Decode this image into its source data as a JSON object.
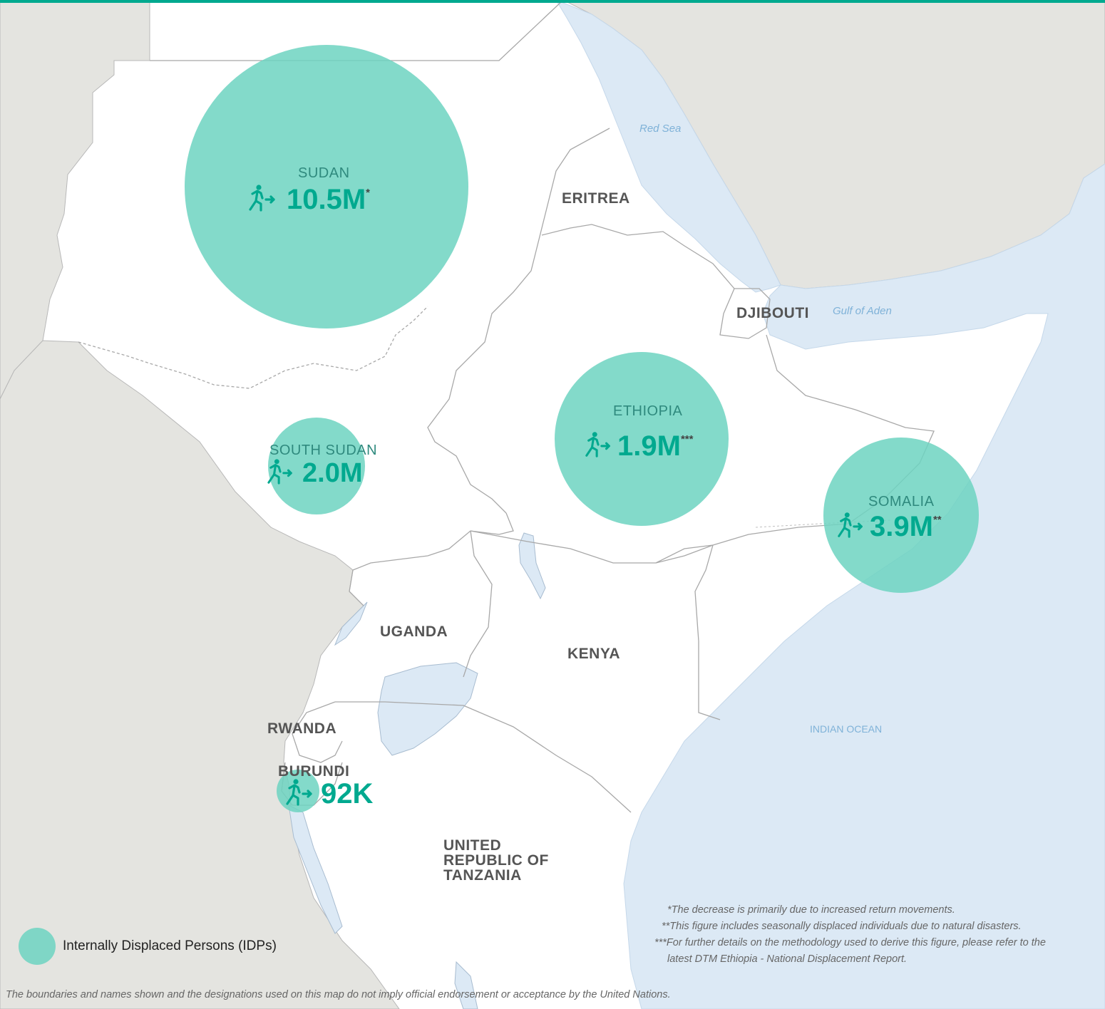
{
  "countries": {
    "sudan": "SUDAN",
    "south_sudan": "SOUTH SUDAN",
    "eritrea": "ERITREA",
    "djibouti": "DJIBOUTI",
    "ethiopia": "ETHIOPIA",
    "somalia": "SOMALIA",
    "uganda": "UGANDA",
    "kenya": "KENYA",
    "rwanda": "RWANDA",
    "burundi": "BURUNDI",
    "tanzania_1": "UNITED",
    "tanzania_2": "REPUBLIC OF",
    "tanzania_3": "TANZANIA"
  },
  "water": {
    "red_sea": "Red Sea",
    "gulf_of_aden": "Gulf of Aden",
    "indian_ocean": "INDIAN OCEAN"
  },
  "idp": {
    "sudan": {
      "value": "10.5M",
      "mark": "*",
      "number_millions": 10.5
    },
    "south_sudan": {
      "value": "2.0M",
      "mark": "",
      "number_millions": 2.0
    },
    "ethiopia": {
      "value": "1.9M",
      "mark": "***",
      "number_millions": 1.9
    },
    "somalia": {
      "value": "3.9M",
      "mark": "**",
      "number_millions": 3.9
    },
    "burundi": {
      "value": "92K",
      "mark": "",
      "number_millions": 0.092
    }
  },
  "legend": {
    "label": "Internally Displaced Persons (IDPs)"
  },
  "notes": {
    "n1": "*The decrease is primarily due to increased return movements.",
    "n2": "**This figure includes seasonally displaced individuals due to natural disasters.",
    "n3a": "***For further details on the methodology used to derive this figure, please refer to the",
    "n3b": "latest DTM Ethiopia - National Displacement Report."
  },
  "disclaimer": "The boundaries and names shown and the designations used on this map do not imply official endorsement or acceptance by the United Nations.",
  "colors": {
    "accent": "#00a98f",
    "bubble": "#6dd3c1",
    "water": "#dce9f5",
    "outside_land": "#e4e4e0",
    "region_land": "#ffffff",
    "border": "#a8a8a8"
  },
  "icons": {
    "idp": "person-running-arrow-icon"
  }
}
